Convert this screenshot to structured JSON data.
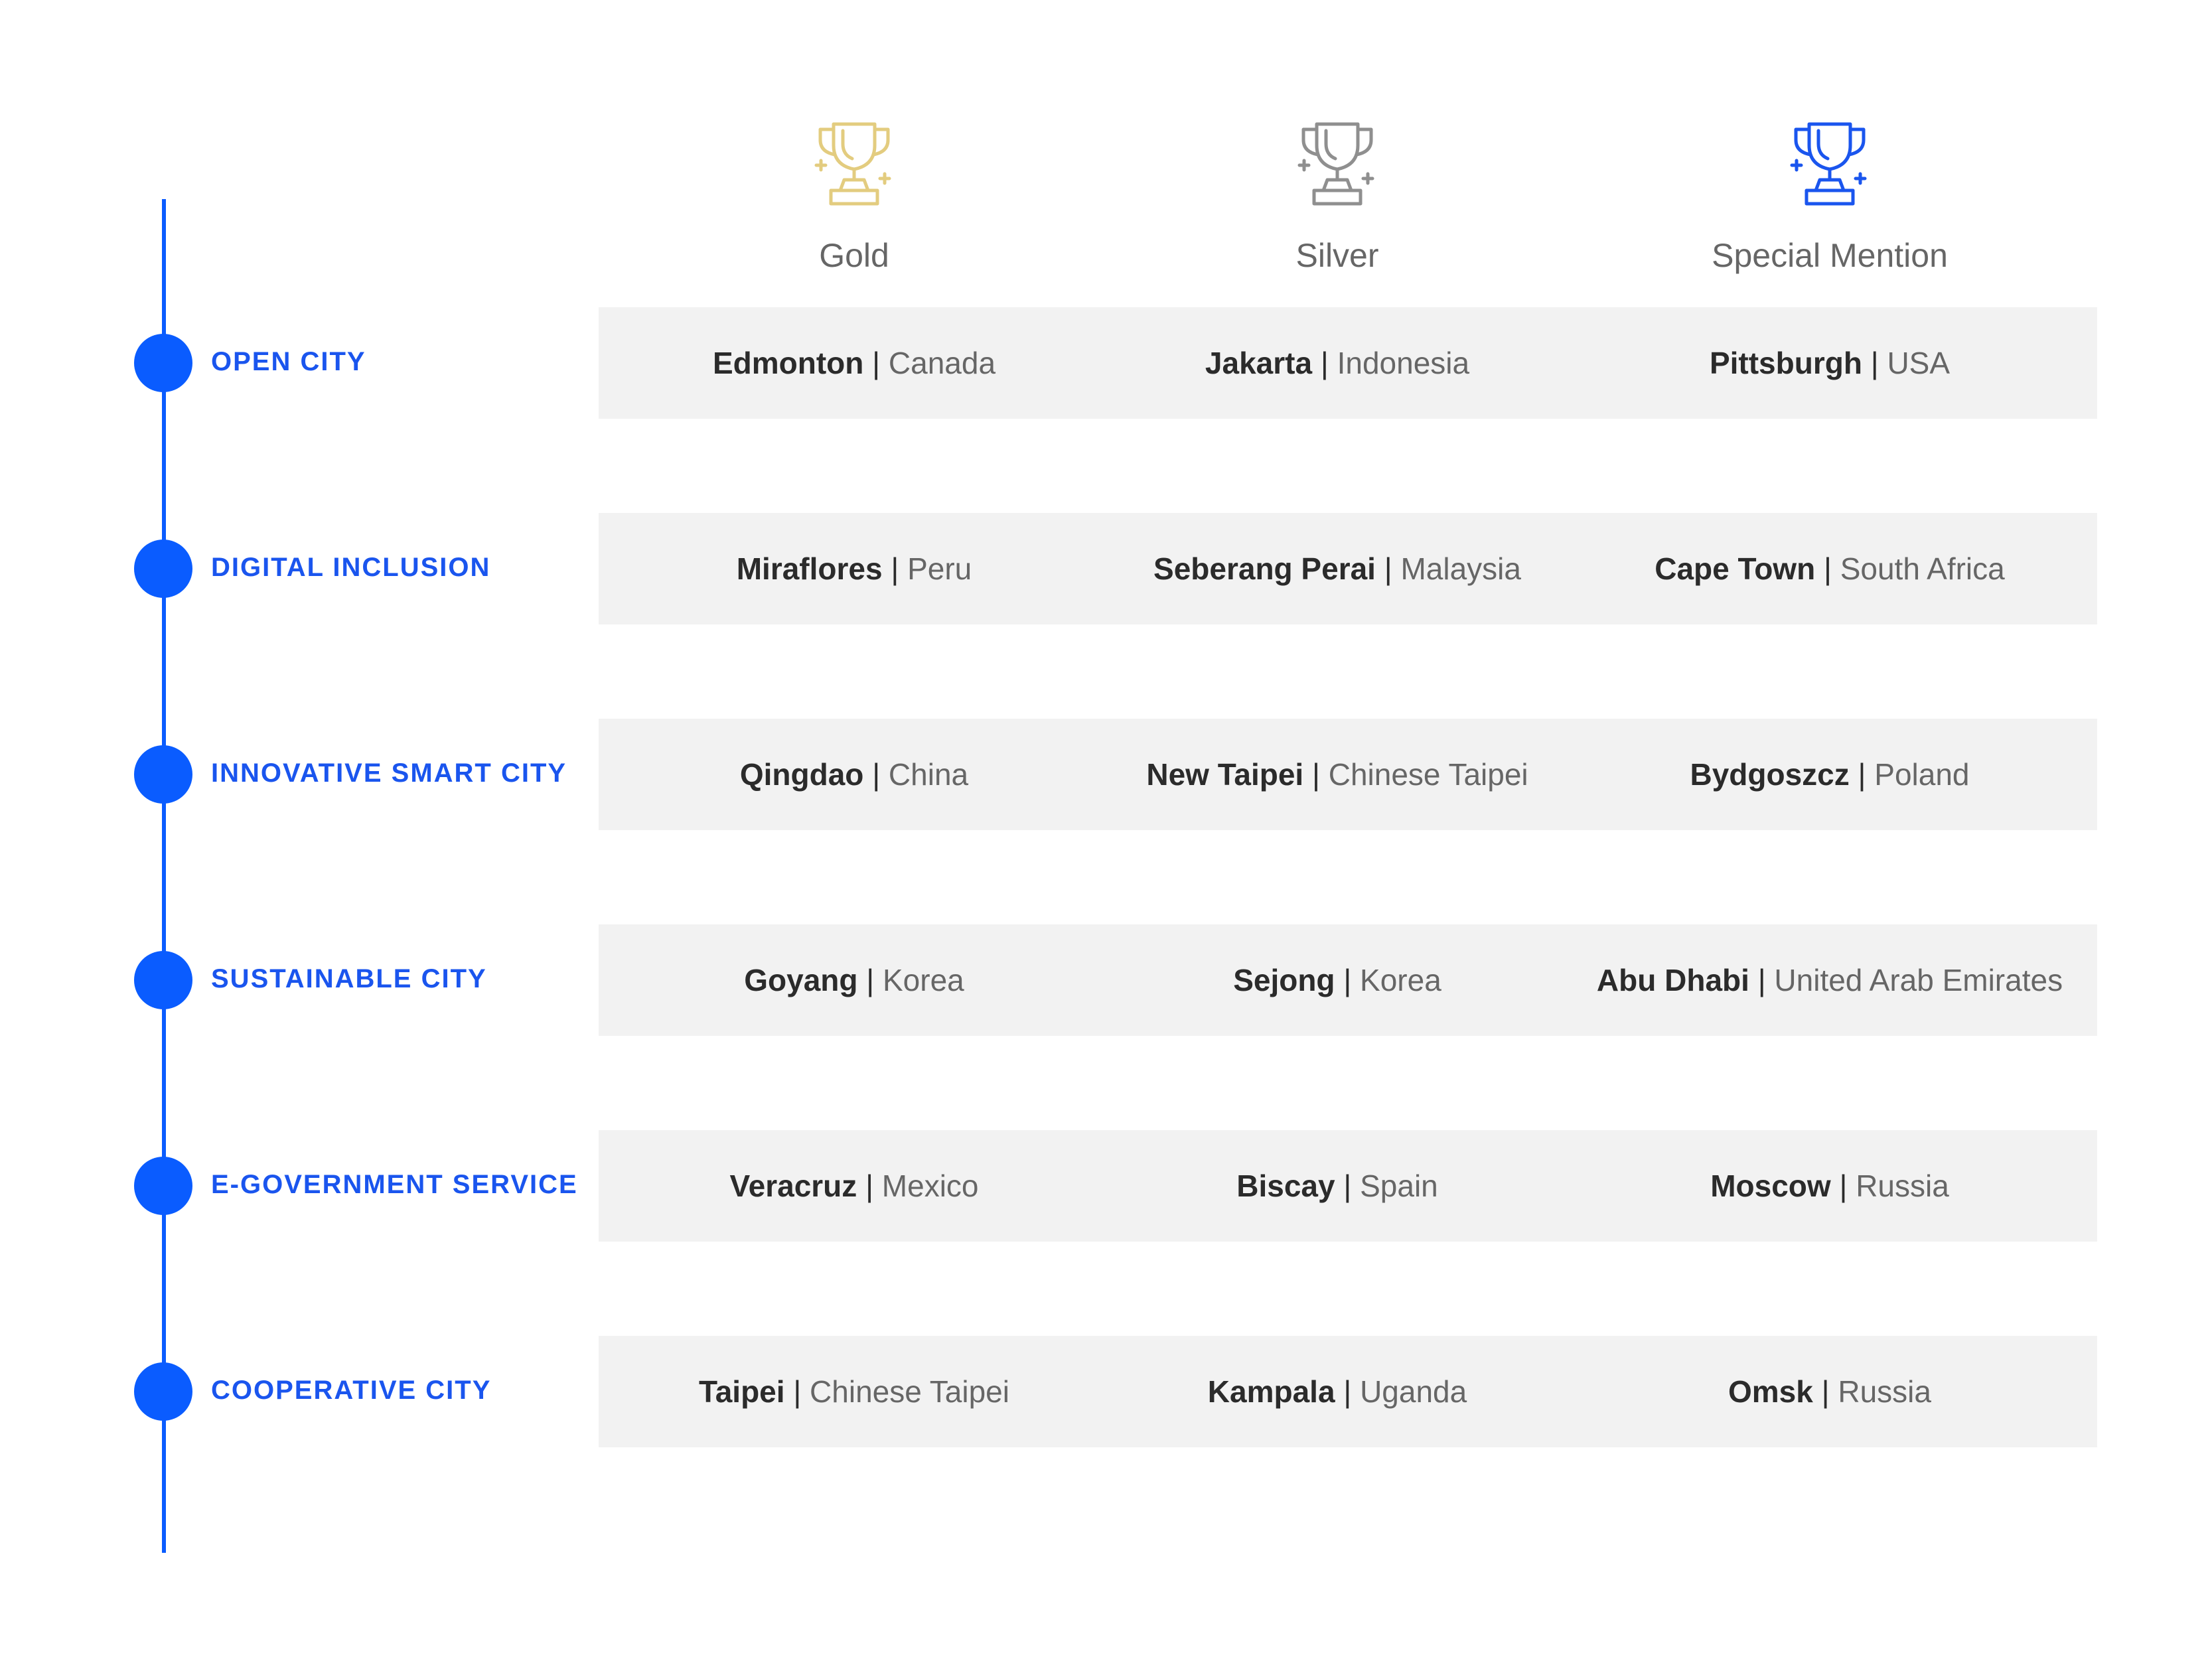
{
  "colors": {
    "accent": "#0a5cff",
    "band": "#f2f2f2",
    "gold": "#e3cc7f",
    "silver": "#8f8f8f",
    "special": "#1a55ee"
  },
  "headers": [
    {
      "label": "Gold",
      "icon": "gold-trophy-icon"
    },
    {
      "label": "Silver",
      "icon": "silver-trophy-icon"
    },
    {
      "label": "Special Mention",
      "icon": "special-mention-trophy-icon"
    }
  ],
  "separator": "|",
  "categories": [
    {
      "label": "OPEN CITY",
      "winners": [
        {
          "city": "Edmonton",
          "country": "Canada"
        },
        {
          "city": "Jakarta",
          "country": "Indonesia"
        },
        {
          "city": "Pittsburgh",
          "country": "USA"
        }
      ]
    },
    {
      "label": "DIGITAL INCLUSION",
      "winners": [
        {
          "city": "Miraflores",
          "country": "Peru"
        },
        {
          "city": "Seberang Perai",
          "country": "Malaysia"
        },
        {
          "city": "Cape Town",
          "country": "South Africa"
        }
      ]
    },
    {
      "label": "INNOVATIVE SMART CITY",
      "winners": [
        {
          "city": "Qingdao",
          "country": "China"
        },
        {
          "city": "New Taipei",
          "country": "Chinese Taipei"
        },
        {
          "city": "Bydgoszcz",
          "country": "Poland"
        }
      ]
    },
    {
      "label": "SUSTAINABLE CITY",
      "winners": [
        {
          "city": "Goyang",
          "country": "Korea"
        },
        {
          "city": "Sejong",
          "country": "Korea"
        },
        {
          "city": "Abu Dhabi",
          "country": "United Arab Emirates"
        }
      ]
    },
    {
      "label": "E-GOVERNMENT SERVICE",
      "winners": [
        {
          "city": "Veracruz",
          "country": "Mexico"
        },
        {
          "city": "Biscay",
          "country": "Spain"
        },
        {
          "city": "Moscow",
          "country": "Russia"
        }
      ]
    },
    {
      "label": "COOPERATIVE CITY",
      "winners": [
        {
          "city": "Taipei",
          "country": "Chinese Taipei"
        },
        {
          "city": "Kampala",
          "country": "Uganda"
        },
        {
          "city": "Omsk",
          "country": "Russia"
        }
      ]
    }
  ]
}
